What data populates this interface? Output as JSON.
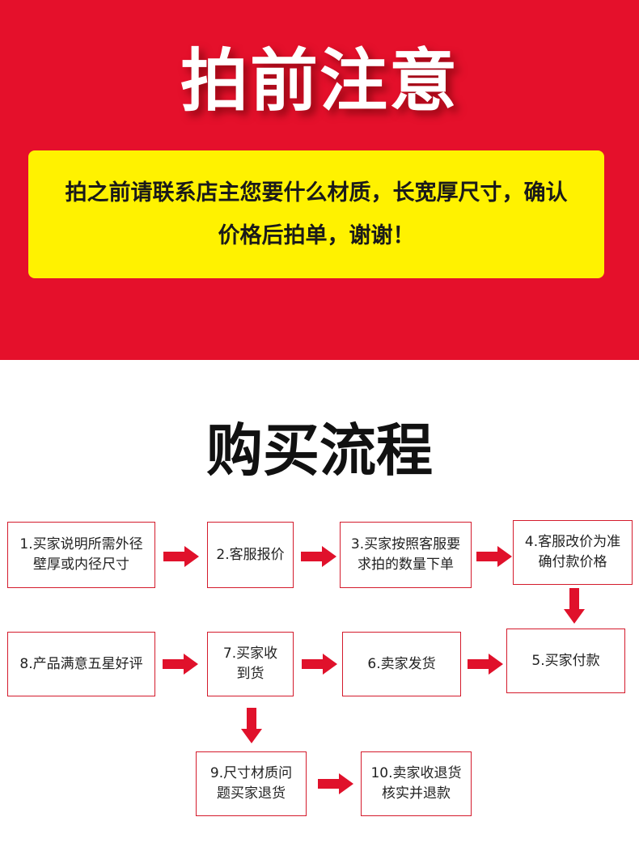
{
  "banner": {
    "title": "拍前注意",
    "notice_line1": "拍之前请联系店主您要什么材质，长宽厚尺寸，确认",
    "notice_line2": "价格后拍单，谢谢！"
  },
  "process": {
    "title": "购买流程",
    "steps": [
      {
        "line1": "1.买家说明所需外径",
        "line2": "壁厚或内径尺寸"
      },
      {
        "line1": "2.客服报价",
        "line2": ""
      },
      {
        "line1": "3.买家按照客服要",
        "line2": "求拍的数量下单"
      },
      {
        "line1": "4.客服改价为准",
        "line2": "确付款价格"
      },
      {
        "line1": "5.买家付款",
        "line2": ""
      },
      {
        "line1": "6.卖家发货",
        "line2": ""
      },
      {
        "line1": "7.买家收",
        "line2": "到货"
      },
      {
        "line1": "8.产品满意五星好评",
        "line2": ""
      },
      {
        "line1": "9.尺寸材质问",
        "line2": "题买家退货"
      },
      {
        "line1": "10.卖家收退货",
        "line2": "核实并退款"
      }
    ]
  },
  "colors": {
    "banner_red": "#e5102b",
    "notice_yellow": "#fff200",
    "arrow_red": "#e0112b"
  },
  "icons": {
    "arrow": "arrow-icon"
  }
}
